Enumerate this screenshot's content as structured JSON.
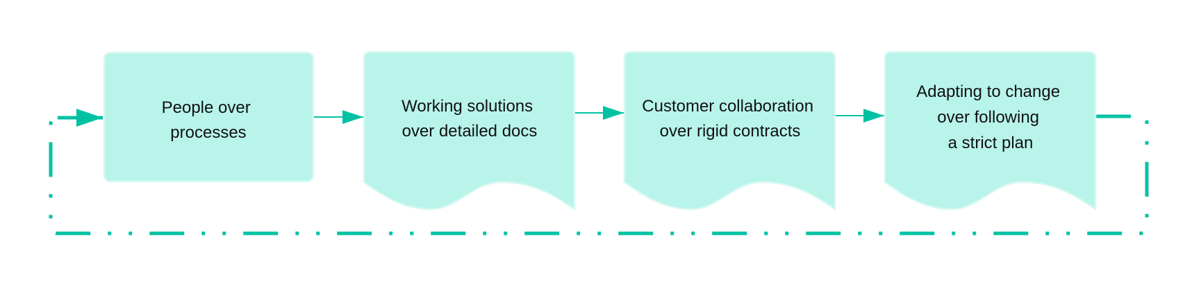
{
  "diagram": {
    "type": "flowchart-loop",
    "colors": {
      "node_fill": "#b8f4ea",
      "node_border": "#d8f8f2",
      "edge": "#00c2a3",
      "text": "#111111"
    },
    "nodes": [
      {
        "id": "people",
        "shape": "rounded-rectangle",
        "lines": [
          "People over",
          "processes"
        ]
      },
      {
        "id": "working",
        "shape": "document",
        "lines": [
          "Working solutions",
          "over detailed docs"
        ]
      },
      {
        "id": "customer",
        "shape": "document",
        "lines": [
          "Customer collaboration",
          "over rigid contracts"
        ]
      },
      {
        "id": "adapting",
        "shape": "document",
        "lines": [
          "Adapting to change",
          "over following",
          "a strict plan"
        ]
      }
    ],
    "edges": [
      {
        "from": "people",
        "to": "working",
        "style": "solid"
      },
      {
        "from": "working",
        "to": "customer",
        "style": "solid"
      },
      {
        "from": "customer",
        "to": "adapting",
        "style": "solid"
      },
      {
        "from": "adapting",
        "to": "people",
        "style": "dash-dot-dot",
        "kind": "feedback-loop"
      }
    ]
  }
}
